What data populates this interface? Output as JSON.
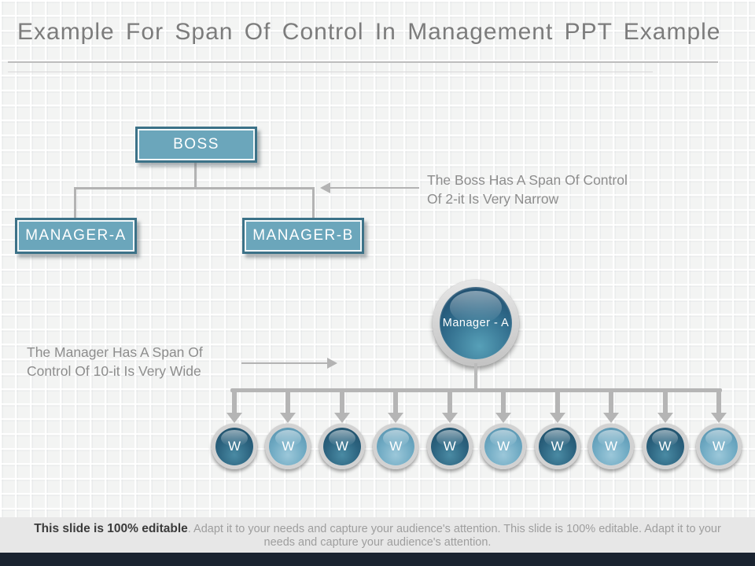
{
  "slide": {
    "title": "Example For Span Of Control In Management PPT Example"
  },
  "org_chart": {
    "boss": "BOSS",
    "manager_a": "MANAGER-A",
    "manager_b": "MANAGER-B"
  },
  "notes": {
    "boss_line1": "The Boss Has A Span Of Control",
    "boss_line2": "Of 2-it Is Very Narrow",
    "manager_line1": "The Manager Has A Span Of",
    "manager_line2": "Control Of 10-it Is Very Wide"
  },
  "span_diagram": {
    "manager_label": "Manager - A",
    "worker_count": 10,
    "workers": [
      {
        "label": "W",
        "tone": "dark"
      },
      {
        "label": "W",
        "tone": "light"
      },
      {
        "label": "W",
        "tone": "dark"
      },
      {
        "label": "W",
        "tone": "light"
      },
      {
        "label": "W",
        "tone": "dark"
      },
      {
        "label": "W",
        "tone": "light"
      },
      {
        "label": "W",
        "tone": "dark"
      },
      {
        "label": "W",
        "tone": "light"
      },
      {
        "label": "W",
        "tone": "dark"
      },
      {
        "label": "W",
        "tone": "light"
      }
    ]
  },
  "footer": {
    "bold": "This slide is 100% editable",
    "rest": ". Adapt it to your needs and capture your audience's attention. This slide is 100% editable. Adapt it to your needs and capture your audience's attention."
  },
  "colors": {
    "box_fill": "#6ba6bb",
    "box_border": "#3c7288",
    "connector_gray": "#b3b3b3",
    "title_text": "#7c7c7c",
    "note_text": "#8d8d8d",
    "sphere_dark": "#1d4a63",
    "sphere_light": "#6ea9c2",
    "footer_bar": "#e7e7e7",
    "bottom_strip": "#1a2330"
  }
}
